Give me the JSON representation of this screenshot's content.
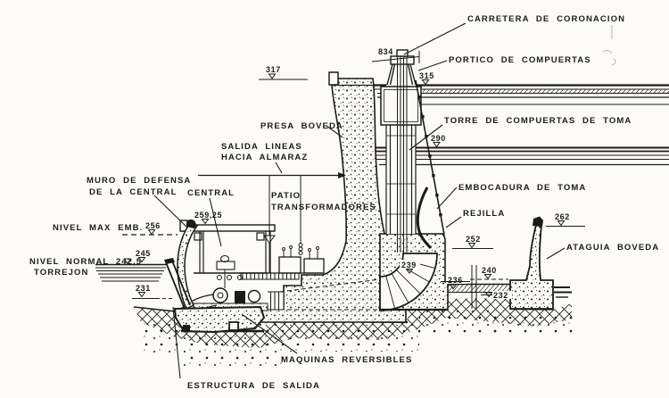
{
  "diagram": {
    "type": "dam-cross-section-technical-drawing",
    "ink_color": "#1b1b1b",
    "paper_color": "#fcfbf7",
    "labels": {
      "carretera": "CARRETERA DE CORONACION",
      "portico": "PORTICO DE COMPUERTAS",
      "torre": "TORRE DE COMPUERTAS DE TOMA",
      "presa": "PRESA BOVEDA",
      "salida_1": "SALIDA LINEAS",
      "salida_2": "HACIA ALMARAZ",
      "patio_1": "PATIO",
      "patio_2": "TRANSFORMADORES",
      "muro_1": "MURO DE DEFENSA",
      "muro_2": "DE LA CENTRAL",
      "central": "CENTRAL",
      "embocadura": "EMBOCADURA DE TOMA",
      "rejilla": "REJILLA",
      "ataguia": "ATAGUIA BOVEDA",
      "maquinas": "MAQUINAS REVERSIBLES",
      "estructura": "ESTRUCTURA DE SALIDA",
      "nivel_max": "NIVEL MAX EMB.",
      "nivel_normal": "NIVEL NORMAL 242,5",
      "torrejon": "TORREJON"
    },
    "elevations": {
      "e317": "317",
      "e834": "834",
      "e315": "315",
      "e290": "290",
      "e262": "262",
      "e252": "252",
      "e256": "256",
      "e259_25": "259,25",
      "e245": "245",
      "e231": "231",
      "e239": "239",
      "e236": "236",
      "e240": "240",
      "e232": "232"
    }
  }
}
